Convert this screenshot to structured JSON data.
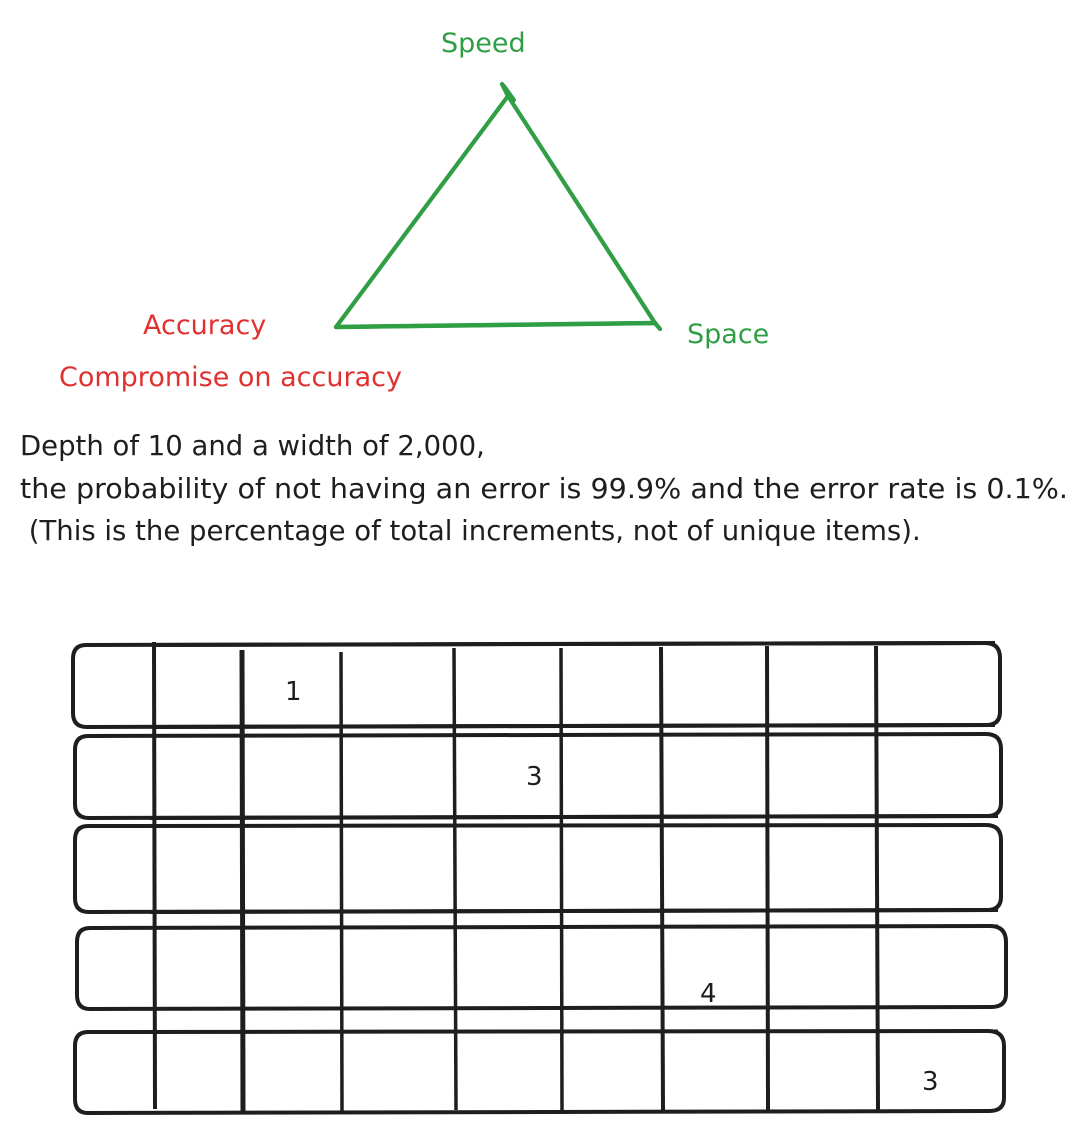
{
  "colors": {
    "green": "#2f9e44",
    "red": "#e03131",
    "ink": "#1e1e1e"
  },
  "triangle": {
    "top_label": "Speed",
    "right_label": "Space",
    "left_label": "Accuracy",
    "left_sublabel": "Compromise on accuracy"
  },
  "note": {
    "line1": "Depth of 10 and a width of 2,000,",
    "line2": "the probability of not having an error is 99.9% and the error rate is 0.1%.",
    "line3": " (This is the percentage of total increments, not of unique items)."
  },
  "sketch": {
    "rows": 5,
    "columns": 9,
    "cells": [
      {
        "row": 0,
        "col": 2,
        "value": "1"
      },
      {
        "row": 1,
        "col": 4,
        "value": "3"
      },
      {
        "row": 3,
        "col": 6,
        "value": "4"
      },
      {
        "row": 4,
        "col": 8,
        "value": "3"
      }
    ]
  }
}
